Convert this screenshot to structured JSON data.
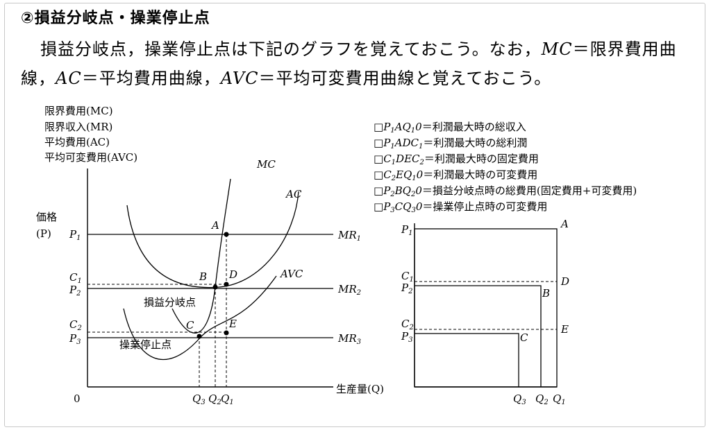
{
  "section_title": "②損益分岐点・操業停止点",
  "intro": {
    "text_1": "損益分岐点，操業停止点は下記のグラフを覚えておこう。なお，",
    "mc": "MC",
    "text_2": "＝限界費用曲線，",
    "ac": "AC",
    "text_3": "＝平均費用曲線，",
    "avc": "AVC",
    "text_4": "＝平均可変費用曲線と覚えておこう。"
  },
  "left_chart": {
    "y_axis_labels": [
      "限界費用(MC)",
      "限界収入(MR)",
      "平均費用(AC)",
      "平均可変費用(AVC)"
    ],
    "price_label_1": "価格",
    "price_label_2": "(P)",
    "origin": "0",
    "x_axis_label": "生産量(Q)",
    "curve_mc": "MC",
    "curve_ac": "AC",
    "curve_avc": "AVC",
    "price_levels": [
      {
        "p": "P",
        "sub": "1",
        "mr": "MR",
        "mr_sub": "1"
      },
      {
        "c": "C",
        "c_sub": "1",
        "p": "P",
        "sub": "2",
        "mr": "MR",
        "mr_sub": "2"
      },
      {
        "c": "C",
        "c_sub": "2",
        "p": "P",
        "sub": "3",
        "mr": "MR",
        "mr_sub": "3"
      }
    ],
    "points": [
      "A",
      "B",
      "D",
      "C",
      "E"
    ],
    "breakeven_label": "損益分岐点",
    "shutdown_label": "操業停止点",
    "q_labels": [
      {
        "q": "Q",
        "sub": "3"
      },
      {
        "q": "Q",
        "sub": "2"
      },
      {
        "q": "Q",
        "sub": "1"
      }
    ]
  },
  "legend": [
    {
      "box": "□",
      "f1": "P",
      "s1": "1",
      "f2": "AQ",
      "s2": "1",
      "f3": "0",
      "desc": "＝利潤最大時の総収入"
    },
    {
      "box": "□",
      "f1": "P",
      "s1": "1",
      "f2": "ADC",
      "s2": "1",
      "f3": "",
      "desc": "＝利潤最大時の総利潤"
    },
    {
      "box": "□",
      "f1": "C",
      "s1": "1",
      "f2": "DEC",
      "s2": "2",
      "f3": "",
      "desc": "＝利潤最大時の固定費用"
    },
    {
      "box": "□",
      "f1": "C",
      "s1": "2",
      "f2": "EQ",
      "s2": "1",
      "f3": "0",
      "desc": "＝利潤最大時の可変費用"
    },
    {
      "box": "□",
      "f1": "P",
      "s1": "2",
      "f2": "BQ",
      "s2": "2",
      "f3": "0",
      "desc": "＝損益分岐点時の総費用(固定費用+可変費用)"
    },
    {
      "box": "□",
      "f1": "P",
      "s1": "3",
      "f2": "CQ",
      "s2": "3",
      "f3": "0",
      "desc": "＝操業停止点時の可変費用"
    }
  ],
  "right_chart": {
    "y_labels": [
      {
        "p": "P",
        "sub": "1"
      },
      {
        "p": "C",
        "sub": "1"
      },
      {
        "p": "P",
        "sub": "2"
      },
      {
        "p": "C",
        "sub": "2"
      },
      {
        "p": "P",
        "sub": "3"
      }
    ],
    "corner_labels": [
      "A",
      "D",
      "B",
      "E",
      "C"
    ],
    "q_labels": [
      {
        "q": "Q",
        "sub": "3"
      },
      {
        "q": "Q",
        "sub": "2"
      },
      {
        "q": "Q",
        "sub": "1"
      }
    ]
  }
}
